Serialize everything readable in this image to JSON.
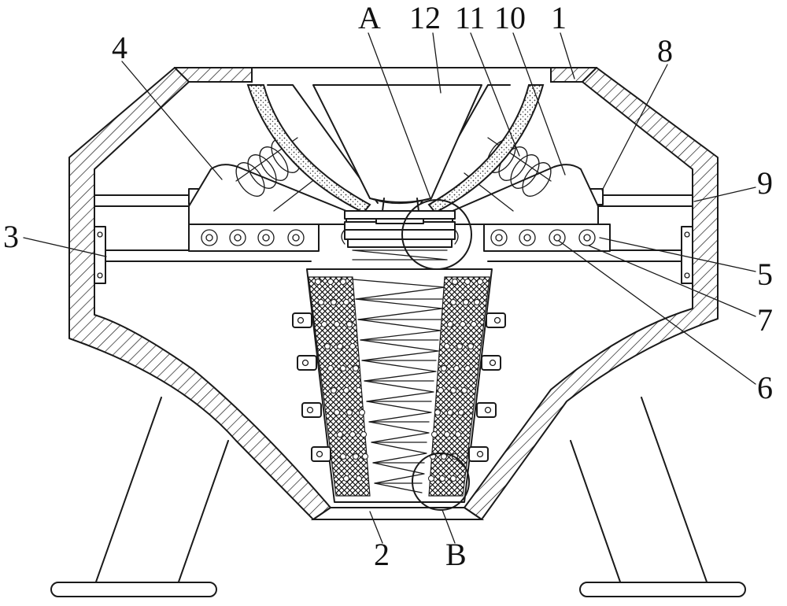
{
  "diagram": {
    "labels": {
      "l1": "1",
      "l2": "2",
      "l3": "3",
      "l4": "4",
      "l5": "5",
      "l6": "6",
      "l7": "7",
      "l8": "8",
      "l9": "9",
      "l10": "10",
      "l11": "11",
      "l12": "12",
      "lA": "A",
      "lB": "B"
    }
  }
}
